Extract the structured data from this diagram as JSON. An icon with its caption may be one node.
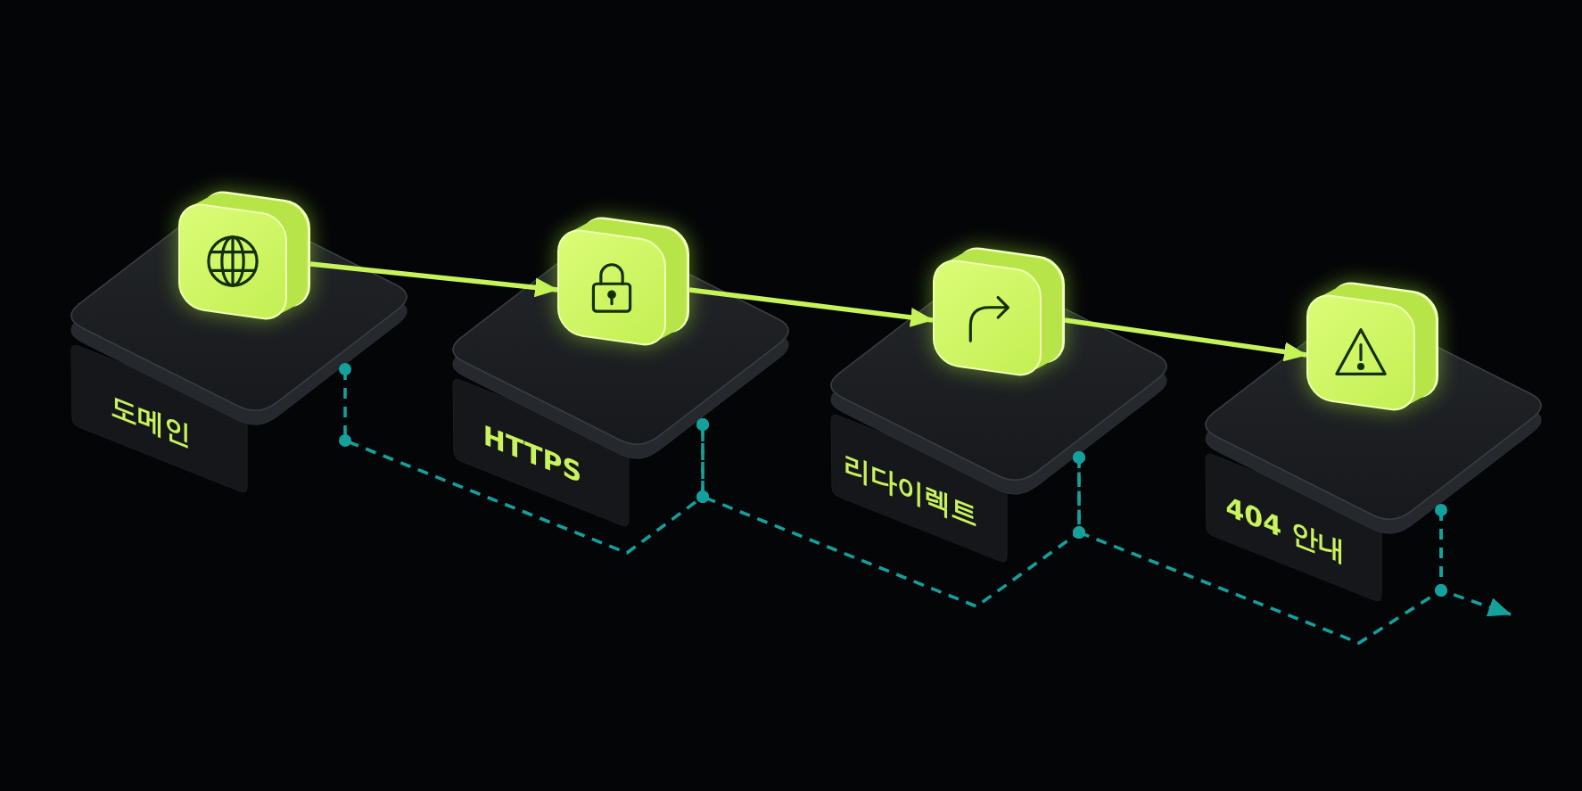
{
  "diagram": {
    "nodes": [
      {
        "text": [
          "도메인"
        ]
      },
      {
        "text": [],
        "shape": "box"
      },
      {
        "text": [
          "HTTPS"
        ]
      },
      {
        "text": [],
        "shape": "box"
      },
      {
        "text": [
          "리다이렉트"
        ]
      },
      {
        "text": [],
        "shape": "box"
      },
      {
        "text": [
          "404 안내"
        ]
      },
      {
        "text": [],
        "shape": "box"
      }
    ],
    "edges": [
      {
        "from": 1,
        "to": 3,
        "arrow": "to",
        "color": "#c6f35a"
      },
      {
        "from": 3,
        "to": 5,
        "arrow": "to",
        "color": "#c6f35a"
      },
      {
        "from": 5,
        "to": 7,
        "arrow": "to",
        "color": "#c6f35a"
      },
      {
        "from": 0,
        "to": 2,
        "arrow": "other",
        "style": "dashed",
        "color": "#14a09d"
      },
      {
        "from": 2,
        "to": 4,
        "arrow": "other",
        "style": "dashed",
        "color": "#14a09d"
      },
      {
        "from": 4,
        "to": 6,
        "arrow": "other",
        "style": "dashed",
        "color": "#14a09d"
      },
      {
        "from": 6,
        "to": null,
        "arrow": "to",
        "style": "dashed",
        "color": "#14a09d"
      }
    ]
  }
}
